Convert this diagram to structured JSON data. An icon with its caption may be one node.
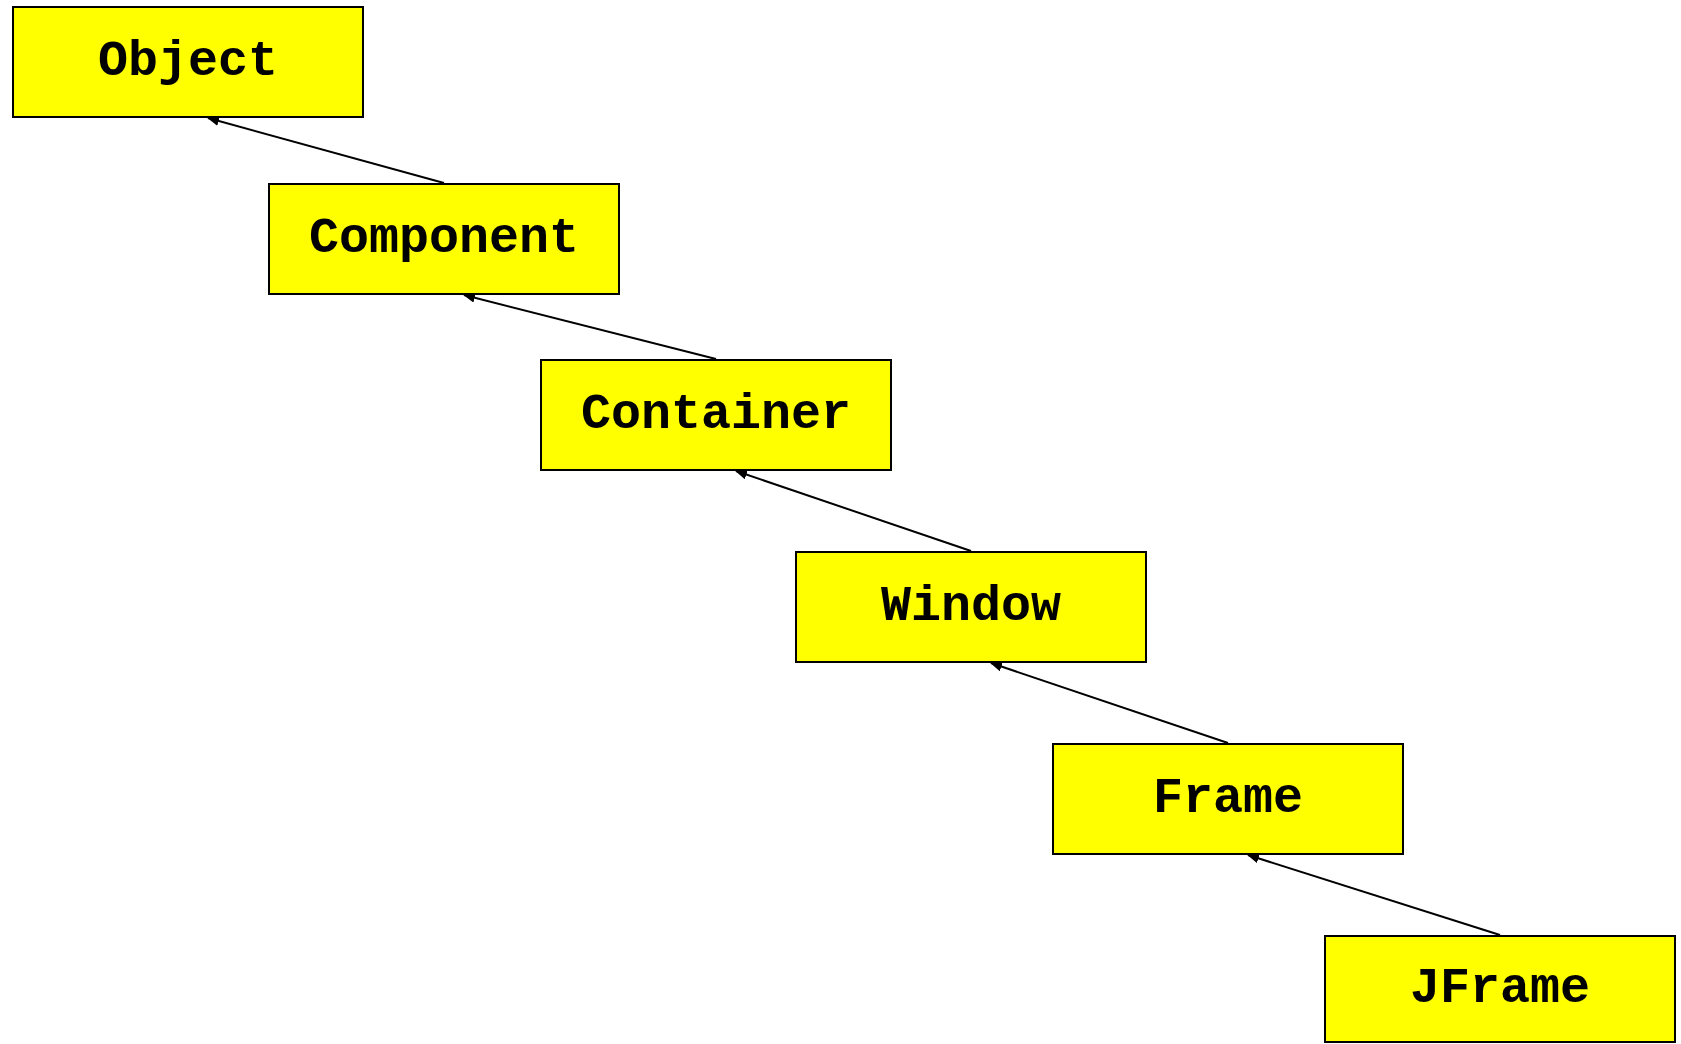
{
  "diagram": {
    "nodes": [
      {
        "text": [
          "Object"
        ]
      },
      {
        "text": [
          "Component"
        ]
      },
      {
        "text": [
          "Container"
        ]
      },
      {
        "text": [
          "Window"
        ]
      },
      {
        "text": [
          "Frame"
        ]
      },
      {
        "text": [
          "JFrame"
        ]
      }
    ],
    "edges": [
      {
        "from": 1,
        "to": 0,
        "arrow": "to"
      },
      {
        "from": 2,
        "to": 1,
        "arrow": "to"
      },
      {
        "from": 3,
        "to": 2,
        "arrow": "to"
      },
      {
        "from": 4,
        "to": 3,
        "arrow": "to"
      },
      {
        "from": 5,
        "to": 4,
        "arrow": "to"
      }
    ]
  }
}
